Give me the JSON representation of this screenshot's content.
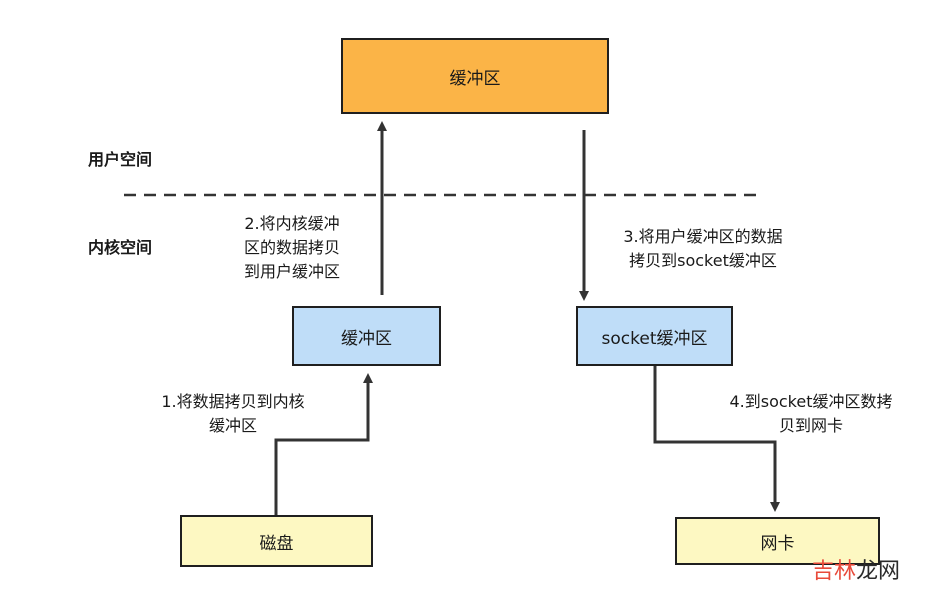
{
  "nodes": {
    "user_buffer": {
      "label": "缓冲区",
      "fill": "#fbb447"
    },
    "kernel_buffer": {
      "label": "缓冲区",
      "fill": "#bfddf8"
    },
    "socket_buffer": {
      "label": "socket缓冲区",
      "fill": "#bfddf8"
    },
    "disk": {
      "label": "磁盘",
      "fill": "#fdf8c2"
    },
    "nic": {
      "label": "网卡",
      "fill": "#fdf8c2"
    }
  },
  "zones": {
    "user_space": "用户空间",
    "kernel_space": "内核空间"
  },
  "steps": {
    "step1": [
      "1.将数据拷贝到内核",
      "缓冲区"
    ],
    "step2": [
      "2.将内核缓冲",
      "区的数据拷贝",
      "到用户缓冲区"
    ],
    "step3": [
      "3.将用户缓冲区的数据",
      "拷贝到socket缓冲区"
    ],
    "step4": [
      "4.到socket缓冲区数拷",
      "贝到网卡"
    ]
  },
  "watermark": {
    "part1": "吉林",
    "part2": "龙网"
  },
  "colors": {
    "line": "#333333",
    "border": "#1f1f1f"
  }
}
